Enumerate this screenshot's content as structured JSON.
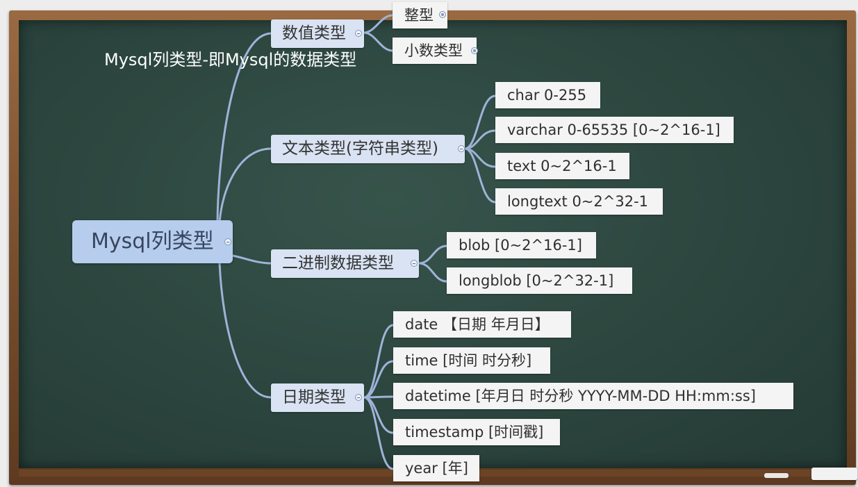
{
  "title": "Mysql列类型-即Mysql的数据类型",
  "root": "Mysql列类型",
  "branches": {
    "numeric": {
      "label": "数值类型",
      "children": [
        "整型",
        "小数类型"
      ]
    },
    "text": {
      "label": "文本类型(字符串类型)",
      "children": [
        "char 0-255",
        "varchar 0-65535 [0~2^16-1]",
        "text 0~2^16-1",
        "longtext 0~2^32-1"
      ]
    },
    "binary": {
      "label": "二进制数据类型",
      "children": [
        "blob [0~2^16-1]",
        "longblob [0~2^32-1]"
      ]
    },
    "date": {
      "label": "日期类型",
      "children": [
        "date 【日期 年月日】",
        "time [时间 时分秒]",
        "datetime [年月日 时分秒 YYYY-MM-DD HH:mm:ss]",
        "timestamp [时间戳]",
        "year [年]"
      ]
    }
  },
  "colors": {
    "board": "#2f4a42",
    "frame": "#7a4f2e",
    "root": "#b6cdee",
    "branch": "#d9e3f3",
    "leaf": "#f4f4f4",
    "link": "#9fb3d8"
  }
}
